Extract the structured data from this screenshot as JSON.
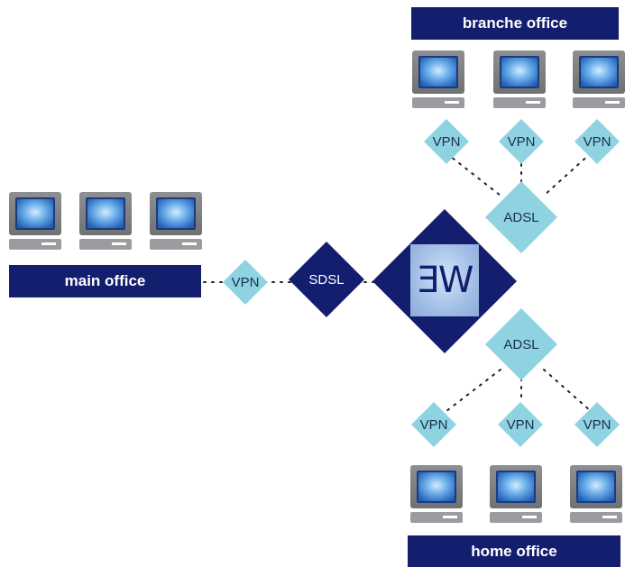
{
  "offices": {
    "branch": {
      "label": "branche office"
    },
    "main": {
      "label": "main office"
    },
    "home": {
      "label": "home office"
    }
  },
  "links": {
    "vpn": "VPN",
    "adsl": "ADSL",
    "sdsl": "SDSL"
  },
  "hub": {
    "logo_text": "ƎW"
  },
  "colors": {
    "navy": "#141e6e",
    "light_blue": "#8fd3e3",
    "screen_blue": "#3a8fd6",
    "monitor_gray": "#7a7c80"
  }
}
